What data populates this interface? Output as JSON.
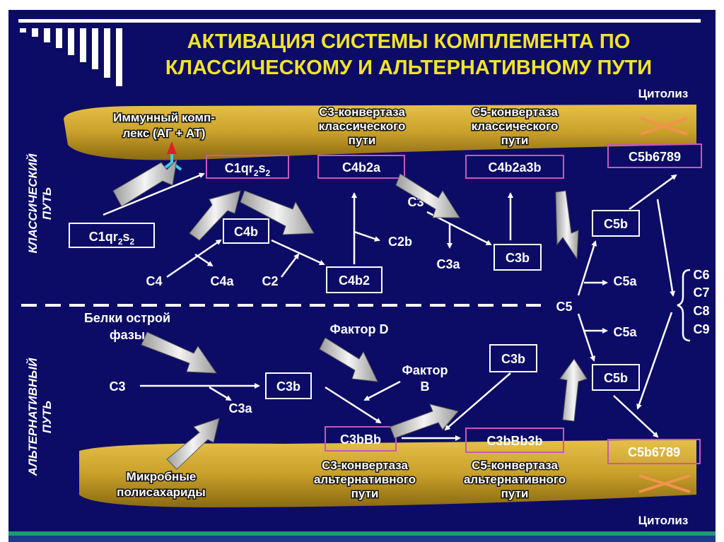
{
  "title": {
    "line1": "АКТИВАЦИЯ СИСТЕМЫ КОМПЛЕМЕНТА ПО",
    "line2": "КЛАССИЧЕСКОМУ И АЛЬТЕРНАТИВНОМУ ПУТИ"
  },
  "side_labels": {
    "classical_1": "КЛАССИЧЕСКИЙ",
    "classical_2": "ПУТЬ",
    "alternative_1": "АЛЬТЕРНАТИВНЫЙ",
    "alternative_2": "ПУТЬ"
  },
  "classical": {
    "immune_complex_1": "Иммунный комп-",
    "immune_complex_2": "лекс (АГ + АТ)",
    "c3_convertase_1": "С3-конвертаза",
    "c3_convertase_2": "классического",
    "c3_convertase_3": "пути",
    "c5_convertase_1": "С5-конвертаза",
    "c5_convertase_2": "классического",
    "c5_convertase_3": "пути",
    "cytolysis": "Цитолиз",
    "c1qrs_base": "C1qr",
    "c1qrs_mid": "s",
    "c1qrs_sub": "2",
    "c1qrs_active_base": "C1qr",
    "c1qrs_active_mid": "s",
    "c1qrs_active_sub": "2",
    "c4b2a": "C4b2a",
    "c4b2a3b": "C4b2a3b",
    "c5b6789": "C5b6789",
    "c4b": "C4b",
    "c4": "C4",
    "c4a": "C4a",
    "c2": "C2",
    "c4b2": "C4b2",
    "c2b": "C2b",
    "c3": "C3",
    "c3a": "C3a",
    "c3b": "C3b",
    "c5b": "C5b",
    "c5a": "C5a"
  },
  "middle": {
    "c5": "C5",
    "c6": "C6",
    "c7": "C7",
    "c8": "C8",
    "c9": "C9"
  },
  "alternative": {
    "acute_phase_1": "Белки острой",
    "acute_phase_2": "фазы",
    "factor_d": "Фактор D",
    "factor_b_1": "Фактор",
    "factor_b_2": "В",
    "c3": "C3",
    "c3b": "C3b",
    "c3a": "C3a",
    "c3b_top": "C3b",
    "c3bbb": "C3bBb",
    "c3bbb3b": "C3bBb3b",
    "c5b": "C5b",
    "c5a": "C5a",
    "c5b6789": "C5b6789",
    "microbial_1": "Микробные",
    "microbial_2": "полисахариды",
    "c3_convertase_1": "С3-конвертаза",
    "c3_convertase_2": "альтернативного",
    "c3_convertase_3": "пути",
    "c5_convertase_1": "С5-конвертаза",
    "c5_convertase_2": "альтернативного",
    "c5_convertase_3": "пути",
    "cytolysis": "Цитолиз"
  },
  "colors": {
    "background": "#0c0c66",
    "title": "#f2e42a",
    "membrane": "#c9a02a",
    "box_highlight": "#c858b8",
    "footer_stripe": "#1f9a72"
  }
}
